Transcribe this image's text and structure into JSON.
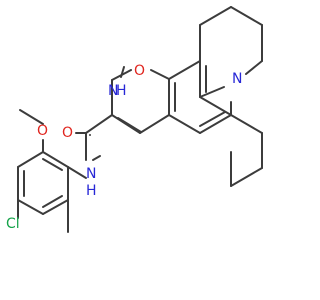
{
  "structure": {
    "atoms": {
      "imine_n": "N",
      "imine_h": "H",
      "ring_o": "O",
      "amide_o": "O",
      "amide_n": "N",
      "amide_h": "H",
      "amine_n": "N",
      "methoxy_o": "O",
      "chloro": "Cl"
    }
  },
  "colors": {
    "oxygen": "#e0261f",
    "nitrogen": "#2727d6",
    "chlorine": "#16a34a",
    "bond": "#3c3c3c"
  }
}
